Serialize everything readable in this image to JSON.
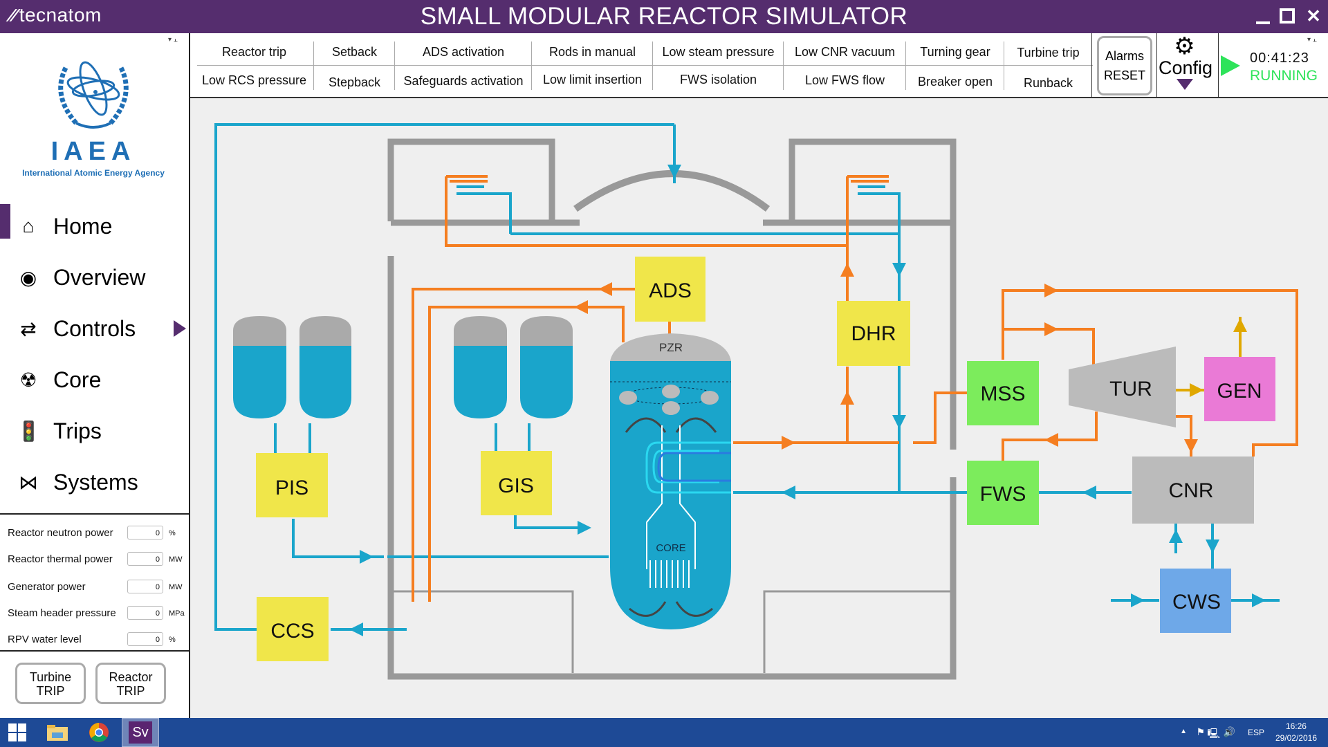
{
  "window": {
    "brand": "tecnatom",
    "title": "SMALL MODULAR REACTOR SIMULATOR",
    "controls": [
      "minimize",
      "maximize",
      "close"
    ]
  },
  "sidebar": {
    "logo": {
      "name": "IAEA",
      "subtitle": "International Atomic Energy Agency"
    },
    "nav": [
      {
        "label": "Home",
        "icon": "home-icon",
        "active": true
      },
      {
        "label": "Overview",
        "icon": "eye-icon"
      },
      {
        "label": "Controls",
        "icon": "repeat-icon",
        "has_submenu": true
      },
      {
        "label": "Core",
        "icon": "radiation-icon"
      },
      {
        "label": "Trips",
        "icon": "traffic-light-icon"
      },
      {
        "label": "Systems",
        "icon": "bowtie-icon"
      }
    ],
    "readouts": [
      {
        "label": "Reactor neutron power",
        "value": "0",
        "unit": "%"
      },
      {
        "label": "Reactor thermal power",
        "value": "0",
        "unit": "MW"
      },
      {
        "label": "Generator power",
        "value": "0",
        "unit": "MW"
      },
      {
        "label": "Steam header pressure",
        "value": "0",
        "unit": "MPa"
      },
      {
        "label": "RPV water level",
        "value": "0",
        "unit": "%"
      }
    ],
    "trip_buttons": [
      {
        "line1": "Turbine",
        "line2": "TRIP"
      },
      {
        "line1": "Reactor",
        "line2": "TRIP"
      }
    ]
  },
  "toolbar": {
    "alarms_row1": [
      "Reactor trip",
      "Setback",
      "ADS activation",
      "Rods in manual",
      "Low steam pressure",
      "Low CNR vacuum",
      "Turning gear",
      "Turbine trip"
    ],
    "alarms_row2": [
      "Low RCS pressure",
      "Stepback",
      "Safeguards activation",
      "Low limit insertion",
      "FWS isolation",
      "Low FWS flow",
      "Breaker open",
      "Runback"
    ],
    "reset": {
      "line1": "Alarms",
      "line2": "RESET"
    },
    "config": {
      "label": "Config"
    },
    "sim": {
      "time": "00:41:23",
      "status": "RUNNING",
      "status_color": "#2ee35a"
    }
  },
  "diagram": {
    "colors": {
      "water": "#1aa5cb",
      "steam": "#f57e20",
      "wall": "#999999",
      "safety": "#f0e64a",
      "secondary": "#7cec5c",
      "gen": "#ea7ad6",
      "cws": "#6ea8e8",
      "grey_box": "#bbbbbb",
      "electric": "#e0a800"
    },
    "components": {
      "ads": "ADS",
      "dhr": "DHR",
      "pzr": "PZR",
      "core": "CORE",
      "pis": "PIS",
      "gis": "GIS",
      "ccs": "CCS",
      "mss": "MSS",
      "fws": "FWS",
      "tur": "TUR",
      "gen": "GEN",
      "cnr": "CNR",
      "cws": "CWS"
    }
  },
  "taskbar": {
    "apps": [
      "start-button",
      "file-explorer",
      "chrome",
      "simulator-app"
    ],
    "active_app_label": "Sv",
    "language": "ESP",
    "time": "16:26",
    "date": "29/02/2016"
  }
}
